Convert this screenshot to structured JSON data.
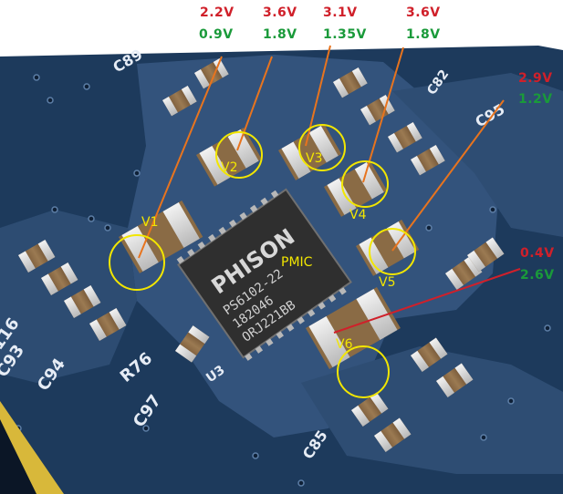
{
  "chip": {
    "brand": "PHISON",
    "model": "PS6102-22",
    "line2": "182046",
    "line3": "ORJ221BB",
    "label": "PMIC"
  },
  "rails": [
    {
      "id": "V1",
      "voltage_measured": "2.2V",
      "voltage_expected": "0.9V"
    },
    {
      "id": "V2",
      "voltage_measured": "3.6V",
      "voltage_expected": "1.8V"
    },
    {
      "id": "V3",
      "voltage_measured": "3.1V",
      "voltage_expected": "1.35V"
    },
    {
      "id": "V4",
      "voltage_measured": "3.6V",
      "voltage_expected": "1.8V"
    },
    {
      "id": "V5",
      "voltage_measured": "2.9V",
      "voltage_expected": "1.2V"
    },
    {
      "id": "V6",
      "voltage_measured": "0.4V",
      "voltage_expected": "2.6V"
    }
  ],
  "silkscreen": [
    "C89",
    "C95",
    "C93",
    "C94",
    "C97",
    "R76",
    "116",
    "U3",
    "C85",
    "C82"
  ],
  "colors": {
    "board": "#1d3a5c",
    "trace": "#4e6f96",
    "chip": "#3a3a3a",
    "measured_text": "#d0202a",
    "expected_text": "#1a9a3a",
    "marker_circle": "#f2e600",
    "pointer_line_orange": "#e8741e",
    "pointer_line_red": "#d0202a"
  }
}
